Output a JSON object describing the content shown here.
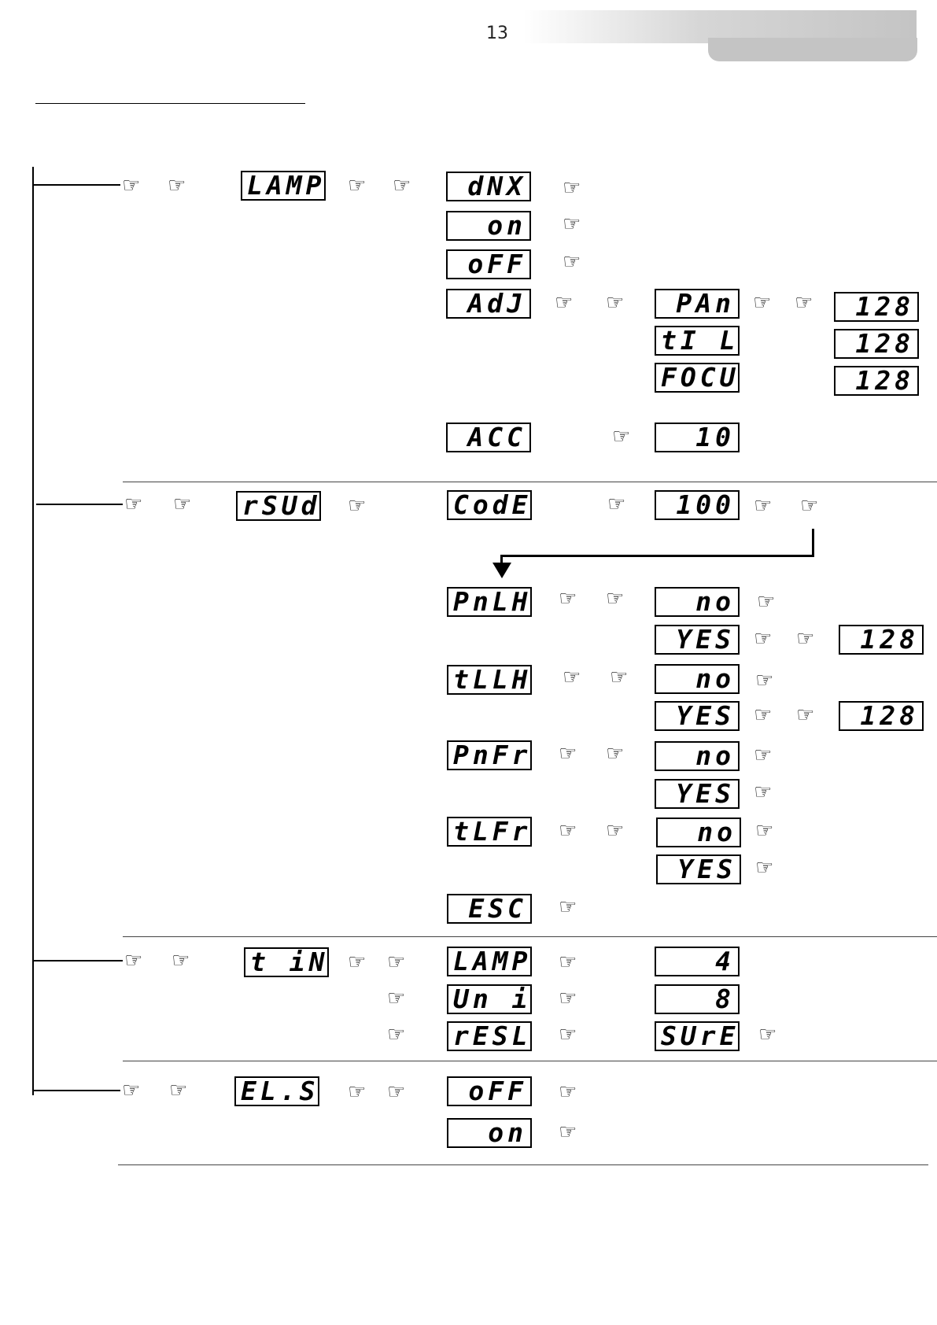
{
  "page_number": "13",
  "hand_glyph": "☞",
  "displays": {
    "lamp": "LAMP",
    "dmx": "dNX",
    "on": "on",
    "off": "oFF",
    "adj": "AdJ",
    "pan": "PAn",
    "tilt": "tI Lt",
    "focu": "FOCU",
    "v128a": "128",
    "v128b": "128",
    "v128c": "128",
    "acc": "ACC",
    "v10": "10",
    "rsud": "rSUd",
    "code": "CodE",
    "v100": "100",
    "pnlh": "PnLH",
    "no1": "no",
    "yes1": "YES",
    "v128d": "128",
    "tllh": "tLLH",
    "no2": "no",
    "yes2": "YES",
    "v128e": "128",
    "pnfr": "PnFr",
    "no3": "no",
    "yes3": "YES",
    "tlfr": "tLFr",
    "no4": "no",
    "yes4": "YES",
    "esc": "ESC",
    "time": "t iNE",
    "lamp2": "LAMP",
    "unit": "Un it",
    "resl": "rESL",
    "v4": "4",
    "v8": "8",
    "sure": "SUrE",
    "elst": "EL.St",
    "off2": "oFF",
    "on2": "on"
  }
}
